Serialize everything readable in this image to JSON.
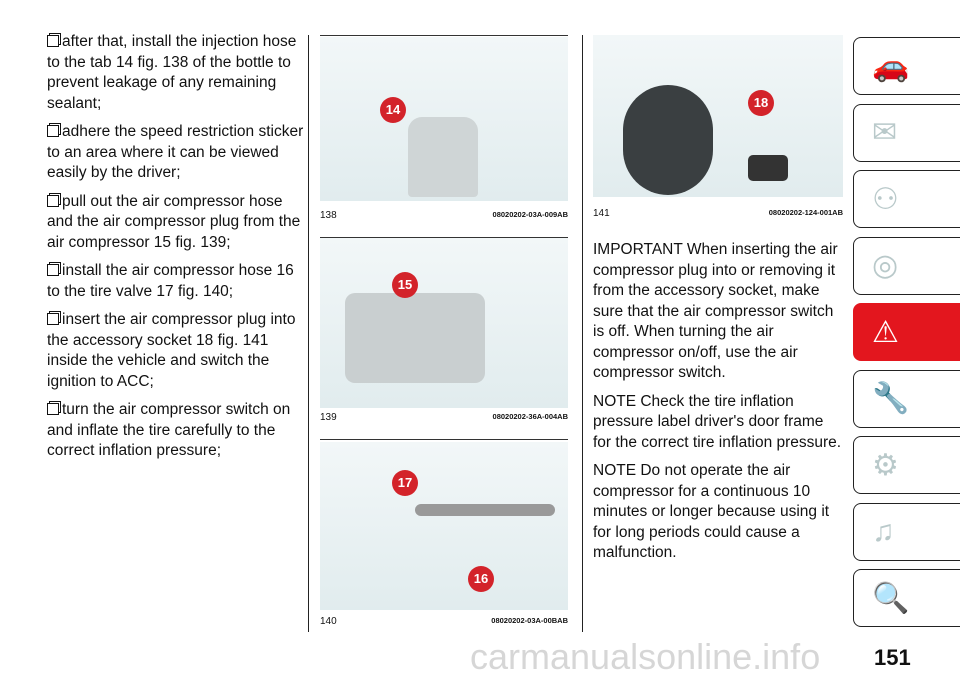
{
  "col1": [
    "after that, install the injection hose to the tab 14 fig. 138 of the bottle to prevent leakage of any remaining sealant;",
    "adhere the speed restriction sticker to an area where it can be viewed easily by the driver;",
    "pull out the air compressor hose and the air compressor plug from the air compressor 15 fig. 139;",
    "install the air compressor hose 16 to the tire valve 17 fig. 140;",
    "insert the air compressor plug into the accessory socket 18 fig. 141 inside the vehicle and switch the ignition to ACC;",
    "turn the air compressor switch on and inflate the tire carefully to the correct inflation pressure;"
  ],
  "figures": [
    {
      "num": "138",
      "code": "08020202-03A-009AB",
      "callouts": [
        "14"
      ]
    },
    {
      "num": "139",
      "code": "08020202-36A-004AB",
      "callouts": [
        "15"
      ]
    },
    {
      "num": "140",
      "code": "08020202-03A-00BAB",
      "callouts": [
        "17",
        "16"
      ]
    },
    {
      "num": "141",
      "code": "08020202-124-001AB",
      "callouts": [
        "18"
      ]
    }
  ],
  "col3": [
    "IMPORTANT When inserting the air compressor plug into or removing it from the accessory socket, make sure that the air compressor switch is off. When turning the air compressor on/off, use the air compressor switch.",
    "NOTE Check the tire inflation pressure label driver's door frame for the correct tire inflation pressure.",
    "NOTE Do not operate the air compressor for a continuous 10 minutes or longer because using it for long periods could cause a malfunction."
  ],
  "tabs": [
    "car-info-icon",
    "warning-lights-icon",
    "safety-icon",
    "driving-icon",
    "emergency-icon",
    "maintenance-icon",
    "technical-data-icon",
    "multimedia-icon",
    "index-icon"
  ],
  "active_tab": 4,
  "tab_glyphs": [
    "🚗",
    "✉",
    "⚇",
    "◎",
    "⚠",
    "🔧",
    "⚙",
    "♫",
    "🔍"
  ],
  "page_number": "151",
  "watermark": "carmanualsonline.info",
  "accent": "#e3161e"
}
